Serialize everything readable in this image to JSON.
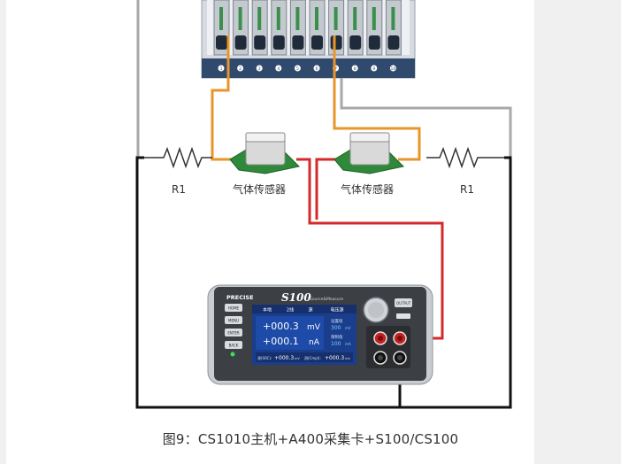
{
  "caption": "图9：CS1010主机+A400采集卡+S100/CS100",
  "labels": {
    "resistor_left": "R1",
    "resistor_right": "R1",
    "sensor_left": "气体传感器",
    "sensor_right": "气体传感器"
  },
  "chassis": {
    "slot_numbers": [
      "1",
      "2",
      "3",
      "4",
      "5",
      "6",
      "7",
      "8",
      "9",
      "10"
    ]
  },
  "instrument": {
    "brand": "PRECISE",
    "model": "S100",
    "model_subtitle": "Source&Measure",
    "output_button": "OUTPUT",
    "side_buttons": [
      "HOME",
      "MENU",
      "ENTER",
      "BACK"
    ],
    "tabs": [
      "本地",
      "2线",
      "源",
      "电压源"
    ],
    "voltage_value": "+000.3",
    "voltage_unit": "mV",
    "current_value": "+000.1",
    "current_unit": "nA",
    "setting1_label": "设置值",
    "setting1_value": "300",
    "setting1_unit": "mV",
    "setting2_label": "限制值",
    "setting2_value": "100",
    "setting2_unit": "mA",
    "bottom_left_label": "源(SRC):",
    "bottom_left_value": "+000.3",
    "bottom_left_unit": "mV",
    "bottom_right_label": "测(Cmpl):",
    "bottom_right_value": "+000.3",
    "bottom_right_unit": "mA"
  },
  "colors": {
    "orange_wire": "#e8962a",
    "gray_wire": "#a8a8a8",
    "red_wire": "#d42a2a",
    "black_wire": "#111111",
    "sensor_board": "#2e8a3a",
    "screen_bg": "#1a3d8c"
  }
}
